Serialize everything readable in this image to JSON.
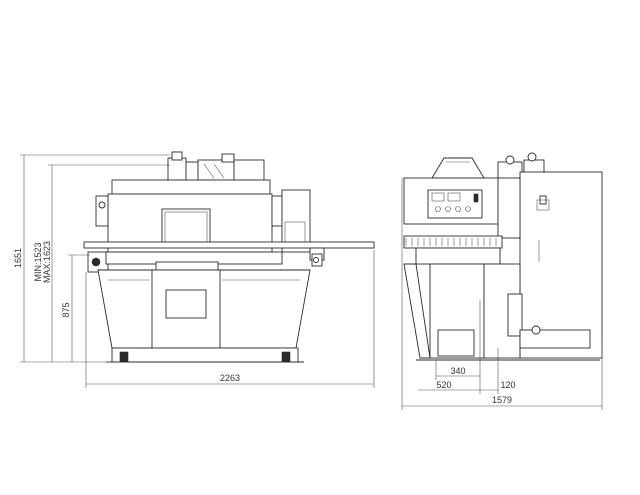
{
  "drawing": {
    "front_view": {
      "overall_width": "2263",
      "overall_height": "1651",
      "table_height": "875",
      "adjustable_height_min": "MIN:1523",
      "adjustable_height_max": "MAX:1623"
    },
    "side_view": {
      "width_340": "340",
      "width_520": "520",
      "width_120": "120",
      "overall_depth": "1579"
    },
    "line_color": "#2b2b2b"
  }
}
